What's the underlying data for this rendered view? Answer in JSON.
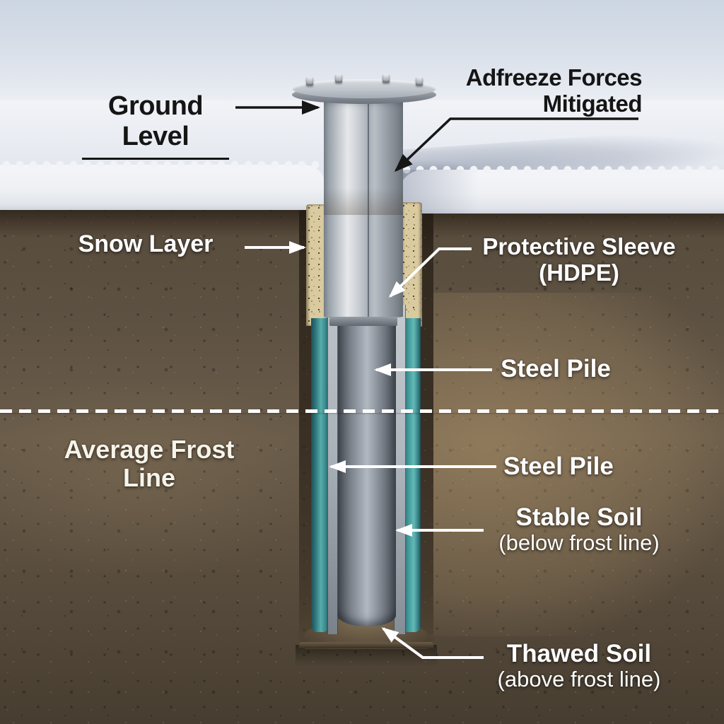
{
  "diagram": {
    "labels": {
      "ground_level": "Ground Level",
      "adfreeze_line1": "Adfreeze Forces",
      "adfreeze_line2": "Mitigated",
      "snow_layer": "Snow Layer",
      "protective_sleeve_line1": "Protective Sleeve",
      "protective_sleeve_line2": "(HDPE)",
      "steel_pile_upper": "Steel Pile",
      "average_frost_line": "Average Frost Line",
      "steel_pile_lower": "Steel Pile",
      "stable_soil_line1": "Stable Soil",
      "stable_soil_line2": "(below frost line)",
      "thawed_soil_line1": "Thawed Soil",
      "thawed_soil_line2": "(above frost line)"
    },
    "colors": {
      "sky": "#d9e0ea",
      "snow": "#eef0f4",
      "soil_dark": "#4a3f31",
      "soil_light": "#8a7557",
      "pit_shadow": "#352c21",
      "granular_backfill": "#d9caa0",
      "sleeve_teal": "#4aa0a2",
      "hdpe_gray": "#aab2b9",
      "steel_light": "#e6e8ea",
      "steel_dark": "#565c64",
      "label_dark": "#151515",
      "label_light": "#ffffff",
      "frost_dash": "#ffffff"
    }
  }
}
